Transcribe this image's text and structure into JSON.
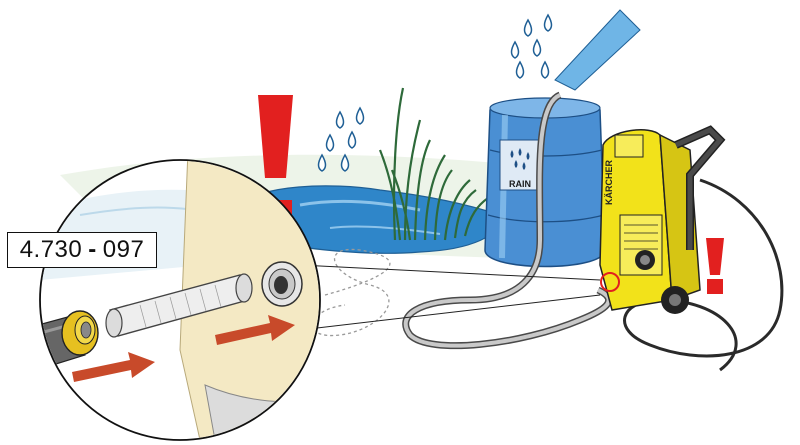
{
  "part_number": {
    "prefix": "4.730",
    "separator": "-",
    "suffix": "097"
  },
  "barrel": {
    "label": "RAIN"
  },
  "machine": {
    "brand": "KÄRCHER"
  },
  "colors": {
    "warning_red": "#e2201f",
    "machine_yellow": "#f2e21a",
    "water_blue": "#2f86c9",
    "barrel_blue": "#4a8fd3",
    "arrow_red": "#c84a2a",
    "fitting_yellow": "#e6c020",
    "wall_cream": "#f4e9c4"
  },
  "icons": [
    "warning-exclamation-icon",
    "rain-drops-icon",
    "arrow-icon"
  ]
}
